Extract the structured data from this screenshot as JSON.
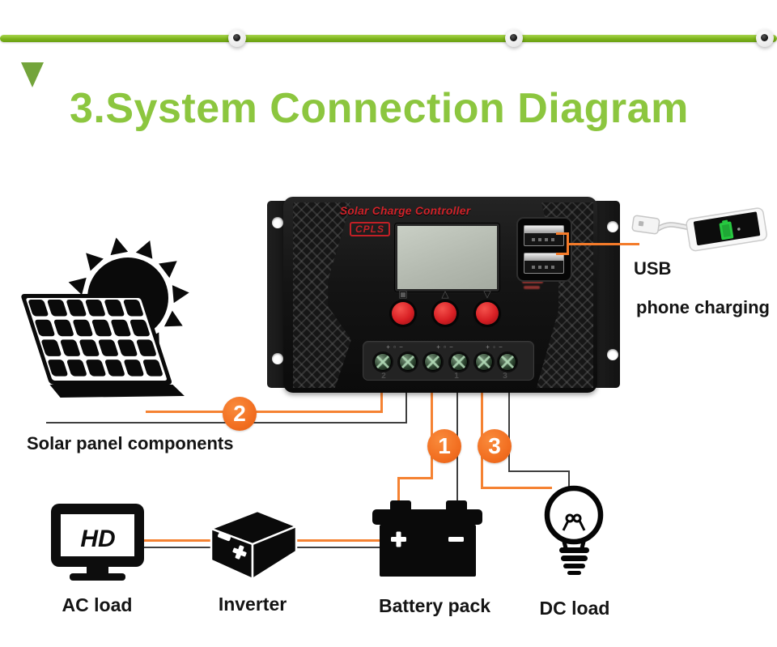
{
  "header": {
    "title": "3.System Connection Diagram"
  },
  "controller": {
    "brand": "Solar Charge Controller",
    "model": "CPLS",
    "button_icons": [
      "▣",
      "△",
      "▽"
    ],
    "terminal_group_icons": [
      "+ ▫ −",
      "+ ▫ −",
      "+ ◦ −"
    ],
    "terminal_numbers": [
      "2",
      "1",
      "3"
    ]
  },
  "callouts": {
    "solar_number": "2",
    "battery_number": "1",
    "dc_number": "3",
    "usb_line1": "USB",
    "usb_line2": "phone charging"
  },
  "labels": {
    "solar_panel": "Solar panel components",
    "ac_load": "AC load",
    "inverter": "Inverter",
    "battery_pack": "Battery pack",
    "dc_load": "DC load"
  },
  "devices": {
    "monitor_screen_text": "HD"
  },
  "colors": {
    "title_green": "#8cc63f",
    "bar_green": "#7db31c",
    "accent_orange": "#f26f21",
    "wire_orange": "#f58232",
    "wire_dark": "#3f3f3f",
    "brand_red": "#d2232a",
    "phone_battery_green": "#27c840"
  }
}
